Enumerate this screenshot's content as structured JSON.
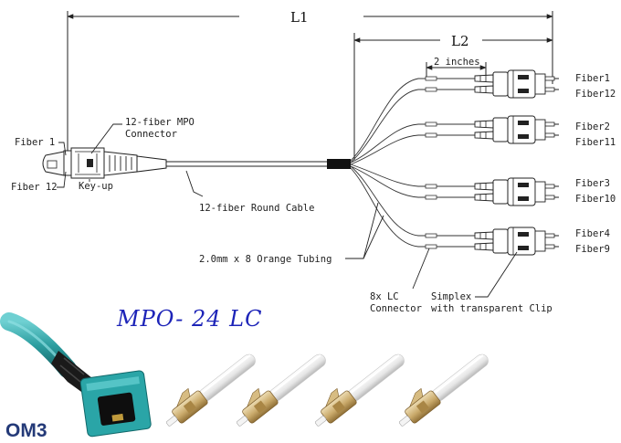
{
  "diagram": {
    "dimensions": {
      "overall": "L1",
      "breakout": "L2",
      "spacing": "2 inches"
    },
    "mpo_end": {
      "connector_label_line1": "12-fiber MPO",
      "connector_label_line2": "Connector",
      "fiber_top": "Fiber 1",
      "fiber_bottom": "Fiber 12",
      "key_label": "Key-up"
    },
    "cable_label": "12-fiber Round Cable",
    "tubing_label": "2.0mm x 8 Orange Tubing",
    "lc_label_line1": "8x LC",
    "lc_label_line2": "Connector",
    "clip_label_line1": "Simplex",
    "clip_label_line2": "with transparent Clip",
    "fiber_pairs": [
      {
        "top": "Fiber1",
        "bottom": "Fiber12"
      },
      {
        "top": "Fiber2",
        "bottom": "Fiber11"
      },
      {
        "top": "Fiber3",
        "bottom": "Fiber10"
      },
      {
        "top": "Fiber4",
        "bottom": "Fiber9"
      }
    ]
  },
  "product": {
    "title": "MPO- 24 LC",
    "badge": "OM3",
    "colors": {
      "title": "#1d24b8",
      "cable": "#2c9ea0",
      "lc_body": "#c9a96a",
      "badge": "#243a78"
    }
  }
}
